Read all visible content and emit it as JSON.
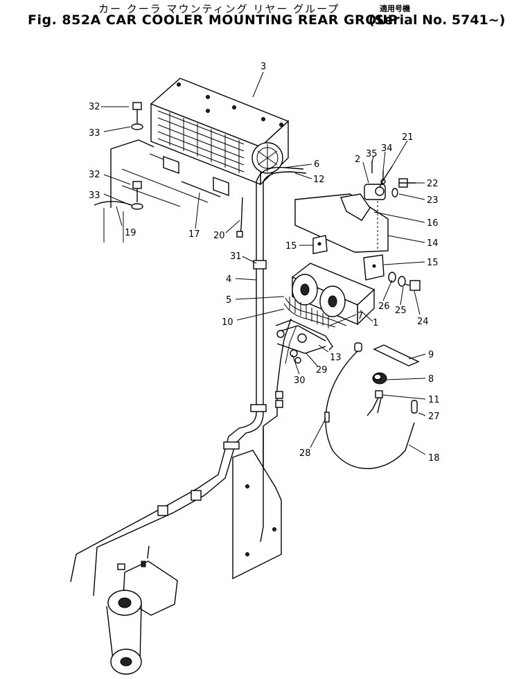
{
  "header": {
    "title_jp": "カー クーラ マウンティング リヤー グループ",
    "title_en": "Fig. 852A CAR COOLER MOUNTING REAR GROUP",
    "serial_jp": "適用号機",
    "serial_en": "(Serial No. 5741~)"
  },
  "callouts": [
    {
      "num": "3"
    },
    {
      "num": "32"
    },
    {
      "num": "33"
    },
    {
      "num": "32"
    },
    {
      "num": "33"
    },
    {
      "num": "19"
    },
    {
      "num": "17"
    },
    {
      "num": "20"
    },
    {
      "num": "6"
    },
    {
      "num": "12"
    },
    {
      "num": "2"
    },
    {
      "num": "35"
    },
    {
      "num": "34"
    },
    {
      "num": "21"
    },
    {
      "num": "22"
    },
    {
      "num": "23"
    },
    {
      "num": "16"
    },
    {
      "num": "14"
    },
    {
      "num": "15"
    },
    {
      "num": "15"
    },
    {
      "num": "31"
    },
    {
      "num": "4"
    },
    {
      "num": "5"
    },
    {
      "num": "10"
    },
    {
      "num": "26"
    },
    {
      "num": "25"
    },
    {
      "num": "24"
    },
    {
      "num": "1"
    },
    {
      "num": "7"
    },
    {
      "num": "13"
    },
    {
      "num": "29"
    },
    {
      "num": "30"
    },
    {
      "num": "9"
    },
    {
      "num": "8"
    },
    {
      "num": "11"
    },
    {
      "num": "27"
    },
    {
      "num": "28"
    },
    {
      "num": "18"
    }
  ]
}
